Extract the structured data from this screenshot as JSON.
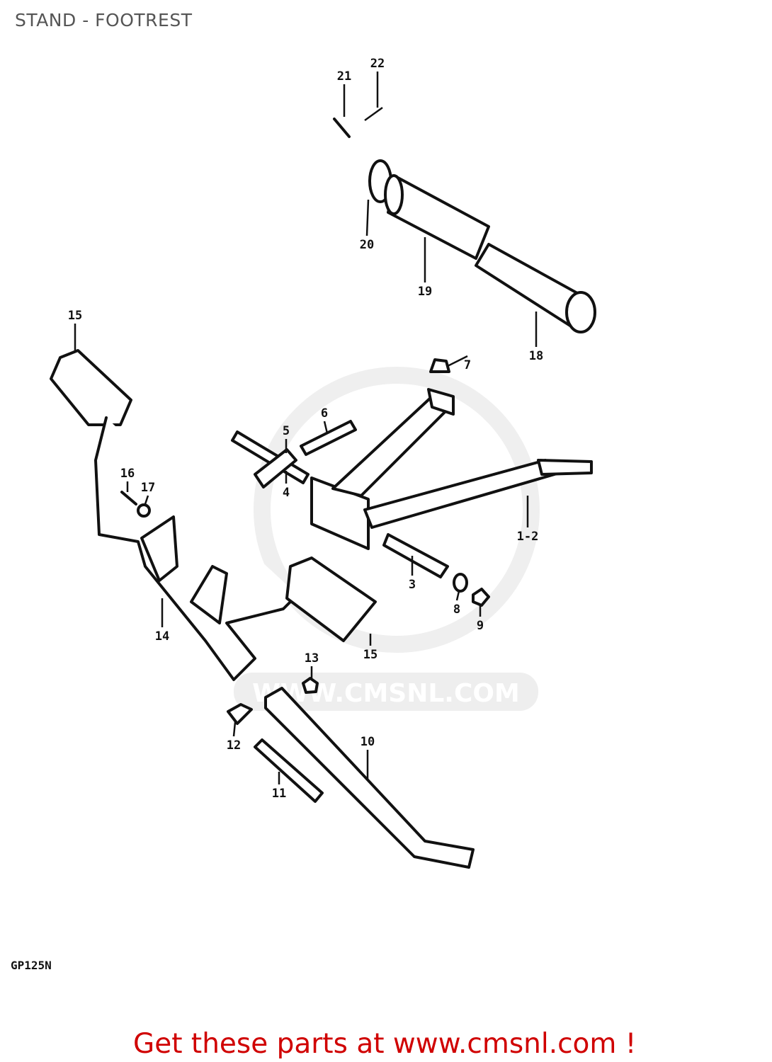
{
  "title": "STAND - FOOTREST",
  "model_code": "GP125N",
  "watermark": "WWW.CMSNL.COM",
  "footer_link": "Get these parts at www.cmsnl.com !",
  "colors": {
    "footer": "#d00000",
    "title": "#555555",
    "watermark": "#e0e0e0"
  },
  "callouts": [
    "21",
    "22",
    "20",
    "19",
    "18",
    "7",
    "15",
    "6",
    "5",
    "4",
    "1-2",
    "3",
    "8",
    "9",
    "16",
    "17",
    "14",
    "15",
    "13",
    "12",
    "10",
    "11"
  ]
}
